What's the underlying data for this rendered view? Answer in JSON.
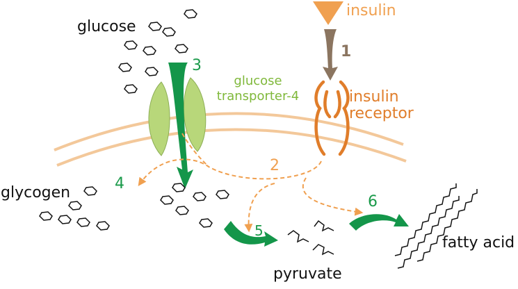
{
  "labels": {
    "glucose": "glucose",
    "insulin": "insulin",
    "insulin_receptor": [
      "insulin",
      "receptor"
    ],
    "glucose_transporter": [
      "glucose",
      "transporter-4"
    ],
    "glycogen": "glycogen",
    "pyruvate": "pyruvate",
    "fatty_acid": "fatty acid"
  },
  "steps": {
    "s1": "1",
    "s2": "2",
    "s3": "3",
    "s4": "4",
    "s5": "5",
    "s6": "6"
  },
  "colors": {
    "membrane": "#f3c89a",
    "transporter": "#b8d77a",
    "transporter_stroke": "#8cae55",
    "green_arrow": "#14964a",
    "insulin_triangle": "#f0a050",
    "brown_arrow": "#8b7560",
    "receptor": "#e07d2a",
    "dashed_path": "#f0a050"
  }
}
